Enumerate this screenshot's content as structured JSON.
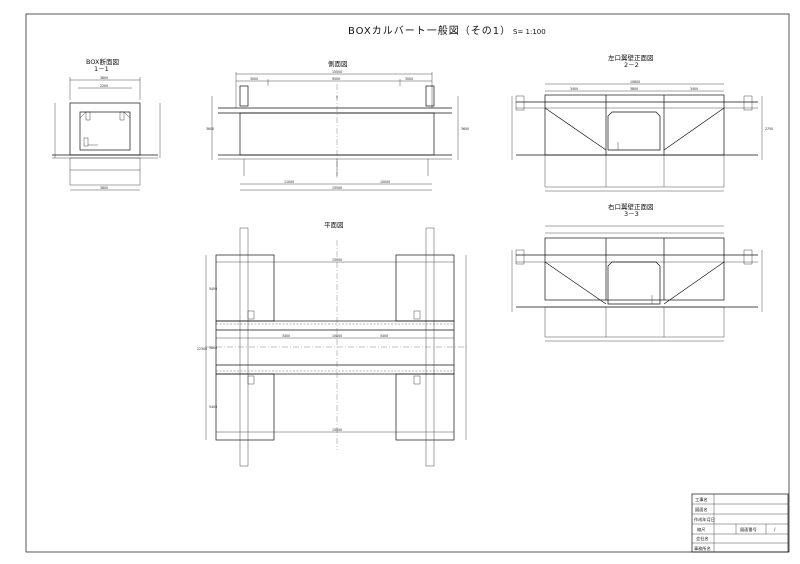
{
  "drawing": {
    "title": "BOXカルバート一般図（その1）",
    "scale": "S= 1:100"
  },
  "views": {
    "section_1": {
      "title": "BOX断面図",
      "sub": "1－1"
    },
    "side": {
      "title": "側面図"
    },
    "wing_left": {
      "title": "左口翼壁正面図",
      "sub": "2－2"
    },
    "wing_right": {
      "title": "右口翼壁正面図",
      "sub": "3－3"
    },
    "plan": {
      "title": "平面図"
    }
  },
  "dims": {
    "sec_total": "3800",
    "sec_inner": "2200",
    "sec_bottom": "3800",
    "side_total": "15500",
    "side_a": "3000",
    "side_b": "9500",
    "side_c": "3000",
    "side_bottom_a": "11000",
    "side_bottom_b": "10000",
    "side_bottom_total": "15500",
    "side_h_left": "3600",
    "side_h_right": "3600",
    "wing_top": "10800",
    "wing_seg_a": "3400",
    "wing_seg_b": "3800",
    "wing_seg_c": "3400",
    "wing_h": "2750",
    "plan_top": "15500",
    "plan_mid_a": "3400",
    "plan_mid_b": "10800",
    "plan_mid_c": "3400",
    "plan_bottom": "15500",
    "plan_h_total": "22300",
    "plan_h_a": "5400",
    "plan_h_b": "3800",
    "plan_h_c": "5400"
  },
  "title_block": {
    "rows": [
      {
        "label": "工事名",
        "value": ""
      },
      {
        "label": "図面名",
        "value": ""
      },
      {
        "label": "作成年月日",
        "value": ""
      },
      {
        "label": "縮尺",
        "value": "",
        "label2": "図面番号",
        "value2": "/"
      },
      {
        "label": "会社名",
        "value": ""
      },
      {
        "label": "事務所名",
        "value": ""
      }
    ]
  }
}
